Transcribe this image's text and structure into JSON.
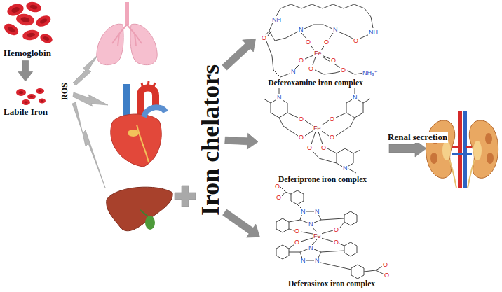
{
  "diagram": {
    "nodes": [
      {
        "text": [
          "Hemoglobin"
        ]
      },
      {
        "text": [
          "Labile Iron"
        ]
      },
      {
        "text": [
          "Iron chelators"
        ]
      },
      {
        "text": [
          "Deferoxamine iron complex"
        ]
      },
      {
        "text": [
          "Deferiprone iron complex"
        ]
      },
      {
        "text": [
          "Deferasirox iron complex"
        ]
      }
    ],
    "edges": [
      {
        "from": 0,
        "to": 1,
        "arrow": "to"
      },
      {
        "from": 2,
        "to": 3,
        "arrow": "to"
      },
      {
        "from": 2,
        "to": 4,
        "arrow": "to"
      },
      {
        "from": 2,
        "to": 5,
        "arrow": "to"
      }
    ],
    "labels": [
      "ROS",
      "Renal secretion",
      "NH",
      "O",
      "N",
      "O",
      "O",
      "N",
      "O",
      "NH",
      "Fe",
      "O",
      "O",
      "N",
      "O",
      "O",
      "NH₃⁺",
      "N",
      "N",
      "O",
      "O",
      "Fe",
      "O",
      "O",
      "O",
      "O",
      "N",
      "O",
      "O",
      "N",
      "N",
      "N",
      "O",
      "O",
      "Fe",
      "O",
      "O",
      "N",
      "N",
      "N",
      "O",
      "O"
    ]
  }
}
